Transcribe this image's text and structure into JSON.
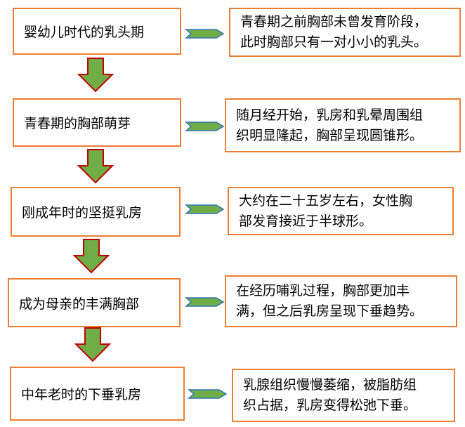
{
  "colors": {
    "box_border": "#ED7D31",
    "arrow_fill": "#70AD47",
    "arrow_stroke": "#C00000"
  },
  "stages": [
    {
      "label": "婴幼儿时代的乳头期",
      "description": [
        "青春期之前胸部未曾发育阶段，",
        "此时胸部只有一对小小的乳头。"
      ]
    },
    {
      "label": "青春期的胸部萌芽",
      "description": [
        "随月经开始，乳房和乳晕周围组",
        "织明显隆起，胸部呈现圆锥形。"
      ]
    },
    {
      "label": "刚成年时的坚挺乳房",
      "description": [
        "大约在二十五岁左右，女性胸",
        "部发育接近于半球形。"
      ]
    },
    {
      "label": "成为母亲的丰满胸部",
      "description": [
        "在经历哺乳过程，胸部更加丰",
        "满，但之后乳房呈现下垂趋势。"
      ]
    },
    {
      "label": "中年老时的下垂乳房",
      "description": [
        "乳腺组织慢慢萎缩，被脂肪组",
        "织占据，乳房变得松弛下垂。"
      ]
    }
  ]
}
